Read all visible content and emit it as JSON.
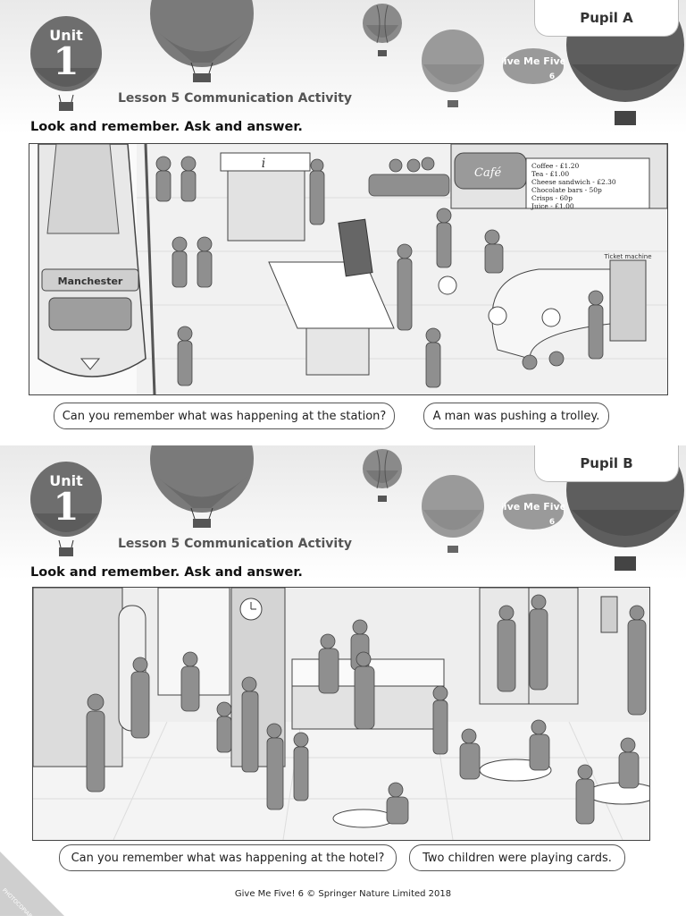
{
  "pupil_a": {
    "tab": "Pupil A",
    "unit_word": "Unit",
    "unit_number": "1",
    "lesson_title": "Lesson 5 Communication Activity",
    "instruction": "Look and remember. Ask and answer.",
    "logo_text": "Give Me Five!",
    "logo_level": "6",
    "scene": {
      "train_sign": "Manchester",
      "cafe_sign": "Café",
      "ticket_sign": "Ticket machine",
      "menu": [
        "Coffee - £1.20",
        "Tea - £1.00",
        "Cheese sandwich - £2.30",
        "Chocolate bars - 50p",
        "Crisps - 60p",
        "Juice - £1.00"
      ]
    },
    "question": "Can you remember what was happening at the station?",
    "answer": "A man was pushing a trolley."
  },
  "pupil_b": {
    "tab": "Pupil B",
    "unit_word": "Unit",
    "unit_number": "1",
    "lesson_title": "Lesson 5 Communication Activity",
    "instruction": "Look and remember. Ask and answer.",
    "logo_text": "Give Me Five!",
    "logo_level": "6",
    "question": "Can you remember what was happening at the hotel?",
    "answer": "Two children were playing cards."
  },
  "footer": "Give Me Five! 6 © Springer Nature Limited 2018",
  "corner_label": "PHOTOCOPIABLE",
  "colors": {
    "balloon": "#6e6e6e",
    "balloon_dark": "#4a4a4a",
    "frame": "#444444"
  }
}
